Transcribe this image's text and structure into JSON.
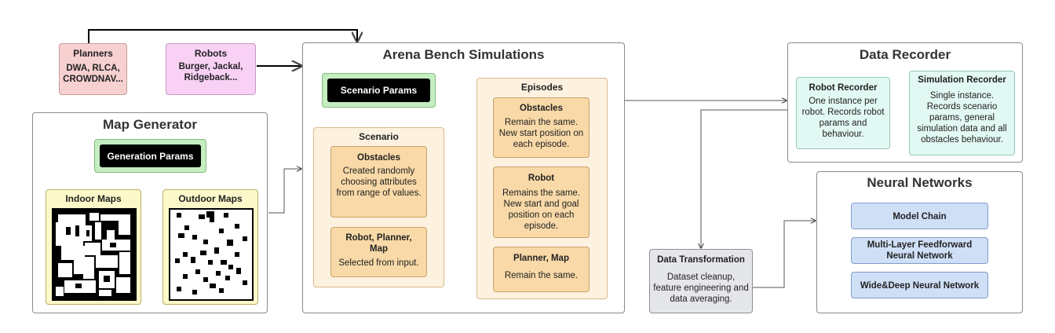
{
  "planners": {
    "title": "Planners",
    "body": "DWA, RLCA, CROWDNAV..."
  },
  "robots": {
    "title": "Robots",
    "body": "Burger, Jackal, Ridgeback..."
  },
  "map_generator": {
    "title": "Map Generator",
    "params": "Generation Params",
    "indoor": "Indoor Maps",
    "outdoor": "Outdoor Maps"
  },
  "arena": {
    "title": "Arena Bench Simulations",
    "scenario_params": "Scenario Params",
    "scenario": {
      "title": "Scenario",
      "obstacles_title": "Obstacles",
      "obstacles_body": "Created randomly choosing attributes from range of values.",
      "rpm_title": "Robot, Planner, Map",
      "rpm_body": "Selected from input."
    },
    "episodes": {
      "title": "Episodes",
      "obstacles_title": "Obstacles",
      "obstacles_body": "Remain the same. New start position on each episode.",
      "robot_title": "Robot",
      "robot_body": "Remains the same. New start and goal position on each episode.",
      "pm_title": "Planner, Map",
      "pm_body": "Remain the same."
    }
  },
  "data_recorder": {
    "title": "Data Recorder",
    "robot_title": "Robot Recorder",
    "robot_body": "One instance per robot. Records robot params and behaviour.",
    "sim_title": "Simulation Recorder",
    "sim_body": "Single instance. Records scenario params, general simulation data and all obstacles behaviour."
  },
  "neural_networks": {
    "title": "Neural Networks",
    "model_chain": "Model Chain",
    "mlff": "Multi-Layer Feedforward Neural Network",
    "wide_deep": "Wide&Deep Neural Network"
  },
  "data_transformation": {
    "title": "Data Transformation",
    "body": "Dataset cleanup, feature engineering and data averaging."
  },
  "colors": {
    "param_black": "#000000",
    "param_green": "#c4eec0",
    "arrow": "#444444"
  }
}
